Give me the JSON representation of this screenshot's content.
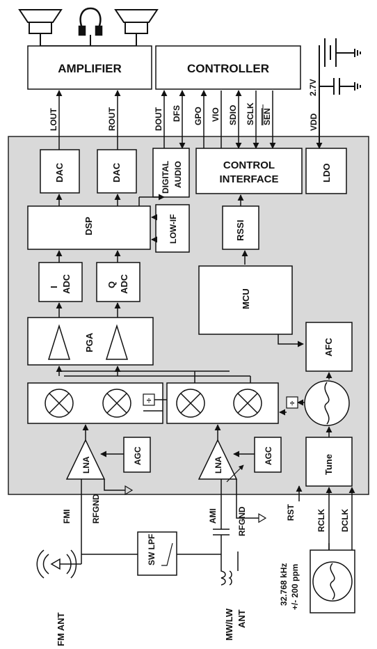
{
  "blocks": {
    "amplifier": "AMPLIFIER",
    "controller": "CONTROLLER",
    "dac_left": "DAC",
    "dac_right": "DAC",
    "digital_audio_1": "DIGITAL",
    "digital_audio_2": "AUDIO",
    "control_interface_1": "CONTROL",
    "control_interface_2": "INTERFACE",
    "ldo": "LDO",
    "dsp": "DSP",
    "low_if": "LOW-IF",
    "rssi": "RSSI",
    "adc_i_1": "I",
    "adc_i_2": "ADC",
    "adc_q_1": "Q",
    "adc_q_2": "ADC",
    "mcu": "MCU",
    "pga": "PGA",
    "afc": "AFC",
    "lna_fm": "LNA",
    "lna_am": "LNA",
    "agc_fm": "AGC",
    "agc_am": "AGC",
    "tune": "Tune",
    "sw_lpf": "SW LPF",
    "divider_1": "÷",
    "divider_2": "÷"
  },
  "signals": {
    "lout": "LOUT",
    "rout": "ROUT",
    "dout": "DOUT",
    "dfs": "DFS",
    "gpo": "GPO",
    "vio": "VIO",
    "sdio": "SDIO",
    "sclk": "SCLK",
    "sen": "SEN",
    "vdd": "VDD",
    "v27": "2.7V",
    "fmi": "FMI",
    "rfgnd_fm": "RFGND",
    "ami": "AMI",
    "rfgnd_am": "RFGND",
    "rst": "RST",
    "rclk": "RCLK",
    "dclk": "DCLK",
    "xtal_freq": "32.768 kHz",
    "xtal_tol": "+/- 200 ppm",
    "fm_ant": "FM ANT",
    "mwlw_ant_1": "MW/LW",
    "mwlw_ant_2": "ANT"
  }
}
